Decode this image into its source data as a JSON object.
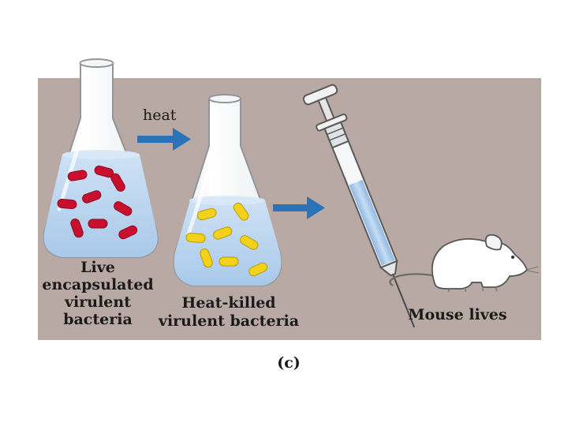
{
  "labels": {
    "heat": "heat",
    "live_line1": "Live",
    "live_line2": "encapsulated",
    "live_line3": "virulent",
    "live_line4": "bacteria",
    "killed_line1": "Heat-killed",
    "killed_line2": "virulent bacteria",
    "outcome": "Mouse lives",
    "panel": "(c)"
  },
  "colors": {
    "panel_background": "#b9a9a4",
    "liquid": "#a9c9ea",
    "live_bacteria": "#c8102e",
    "killed_bacteria": "#f5d21a",
    "arrow": "#2b73b8"
  }
}
